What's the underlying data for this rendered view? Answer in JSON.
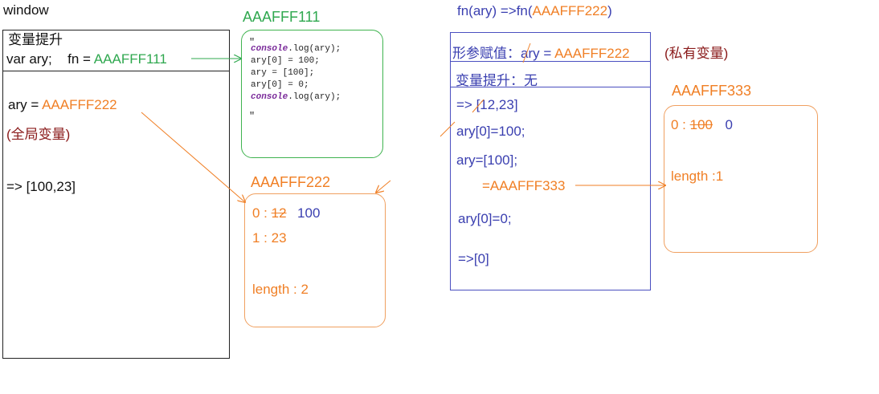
{
  "window_scope": {
    "title": "window",
    "hoist_header": "变量提升",
    "decl_var": "var ary;",
    "decl_fn": "fn =",
    "decl_fn_ref": "AAAFFF111",
    "assign_name": "ary  =",
    "assign_ref": "AAAFFF222",
    "global_note": "(全局变量)",
    "output": "=> [100,23]"
  },
  "fn_heap": {
    "address": "AAAFFF111",
    "quote_open": "\"",
    "lines": [
      {
        "kw": "console",
        "rest": ".log(ary);"
      },
      {
        "kw": "",
        "rest": "ary[0] = 100;"
      },
      {
        "kw": "",
        "rest": "ary = [100];"
      },
      {
        "kw": "",
        "rest": "ary[0] = 0;"
      },
      {
        "kw": "console",
        "rest": ".log(ary);"
      }
    ],
    "quote_close": "\""
  },
  "array_heap_1": {
    "address": "AAAFFF222",
    "row0_key": "0 :",
    "row0_old": "12",
    "row0_new": "100",
    "row1": "1 : 23",
    "length": "length : 2"
  },
  "fn_call": {
    "header": "fn(ary) =>fn(",
    "header_ref": "AAAFFF222",
    "header_close": ")",
    "param_label": "形参赋值：ary =",
    "param_ref": "AAAFFF222",
    "private_note": "(私有变量)",
    "hoist_label": "变量提升：无",
    "out1": "=> [12,23]",
    "stmt1": "ary[0]=100;",
    "stmt2": "ary=[100];",
    "stmt2_ref": "=AAAFFF333",
    "stmt3": "ary[0]=0;",
    "out2": "=>[0]"
  },
  "array_heap_2": {
    "address": "AAAFFF333",
    "row0_key": "0 :",
    "row0_old": "100",
    "row0_new": "0",
    "length": "length :1"
  },
  "colors": {
    "orange": "#f07f25",
    "green": "#2fa84f",
    "blue": "#3a3fb0",
    "maroon": "#8a1a1a"
  }
}
